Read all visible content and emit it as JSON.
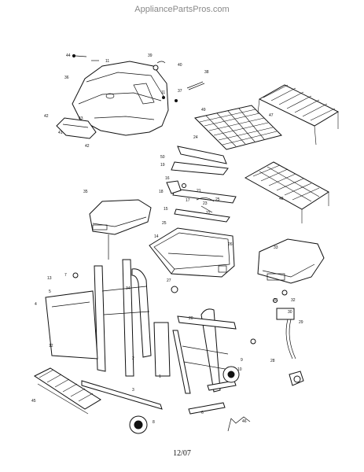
{
  "watermark": "AppliancePartsPros.com",
  "date_code": "12/07",
  "callouts": {
    "c44": "44",
    "c11": "11",
    "c39": "39",
    "c40": "40",
    "c36": "36",
    "c38": "38",
    "c37": "37",
    "c11b": "11",
    "c43": "43",
    "c42": "42",
    "c41": "41",
    "c42b": "42",
    "c49": "49",
    "c47": "47",
    "c24": "24",
    "c50": "50",
    "c19": "19",
    "c48": "48",
    "c16": "16",
    "c18": "18",
    "c17": "17",
    "c21": "21",
    "c23": "23",
    "c22": "22",
    "c25": "25",
    "c35": "35",
    "c15": "15",
    "c25b": "25",
    "c14": "14",
    "c26": "26",
    "c33": "33",
    "c7": "7",
    "c13": "13",
    "c27": "27",
    "c34": "34",
    "c4": "4",
    "c5": "5",
    "c12": "12",
    "c31": "31",
    "c32": "32",
    "c30": "30",
    "c29": "29",
    "c9": "9",
    "c10": "10",
    "c28": "28",
    "c45": "45",
    "c3": "3",
    "c2": "2",
    "c1": "1",
    "c8": "8",
    "c46": "46",
    "c6": "6",
    "c20": "20"
  }
}
